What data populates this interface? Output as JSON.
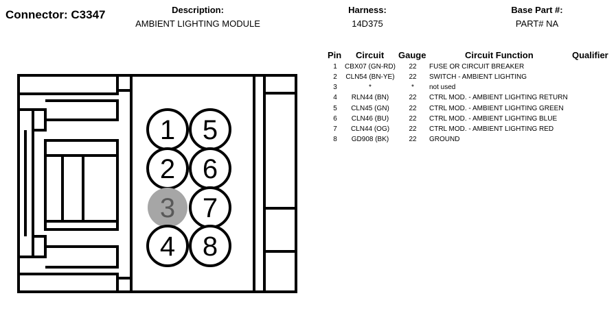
{
  "connector": {
    "label": "Connector:",
    "id": "C3347"
  },
  "description": {
    "label": "Description:",
    "value": "AMBIENT LIGHTING MODULE"
  },
  "harness": {
    "label": "Harness:",
    "value": "14D375"
  },
  "base_part": {
    "label": "Base Part #:",
    "value": "PART# NA"
  },
  "table": {
    "headers": {
      "pin": "Pin",
      "circuit": "Circuit",
      "gauge": "Gauge",
      "function": "Circuit Function",
      "qualifier": "Qualifier"
    },
    "rows": [
      {
        "pin": "1",
        "circuit": "CBX07 (GN-RD)",
        "gauge": "22",
        "function": "FUSE OR CIRCUIT BREAKER",
        "qualifier": ""
      },
      {
        "pin": "2",
        "circuit": "CLN54 (BN-YE)",
        "gauge": "22",
        "function": "SWITCH - AMBIENT LIGHTING",
        "qualifier": ""
      },
      {
        "pin": "3",
        "circuit": "*",
        "gauge": "*",
        "function": "not used",
        "qualifier": ""
      },
      {
        "pin": "4",
        "circuit": "RLN44 (BN)",
        "gauge": "22",
        "function": "CTRL MOD. - AMBIENT LIGHTING RETURN",
        "qualifier": ""
      },
      {
        "pin": "5",
        "circuit": "CLN45 (GN)",
        "gauge": "22",
        "function": "CTRL MOD. - AMBIENT LIGHTING GREEN",
        "qualifier": ""
      },
      {
        "pin": "6",
        "circuit": "CLN46 (BU)",
        "gauge": "22",
        "function": "CTRL MOD. - AMBIENT LIGHTING BLUE",
        "qualifier": ""
      },
      {
        "pin": "7",
        "circuit": "CLN44 (OG)",
        "gauge": "22",
        "function": "CTRL MOD. - AMBIENT LIGHTING RED",
        "qualifier": ""
      },
      {
        "pin": "8",
        "circuit": "GD908 (BK)",
        "gauge": "22",
        "function": "GROUND",
        "qualifier": ""
      }
    ]
  },
  "diagram": {
    "pins": [
      {
        "number": "1",
        "used": true
      },
      {
        "number": "2",
        "used": true
      },
      {
        "number": "3",
        "used": false
      },
      {
        "number": "4",
        "used": true
      },
      {
        "number": "5",
        "used": true
      },
      {
        "number": "6",
        "used": true
      },
      {
        "number": "7",
        "used": true
      },
      {
        "number": "8",
        "used": true
      }
    ],
    "unused_pin_color": "#a6a6a6",
    "used_pin_color": "#ffffff"
  }
}
